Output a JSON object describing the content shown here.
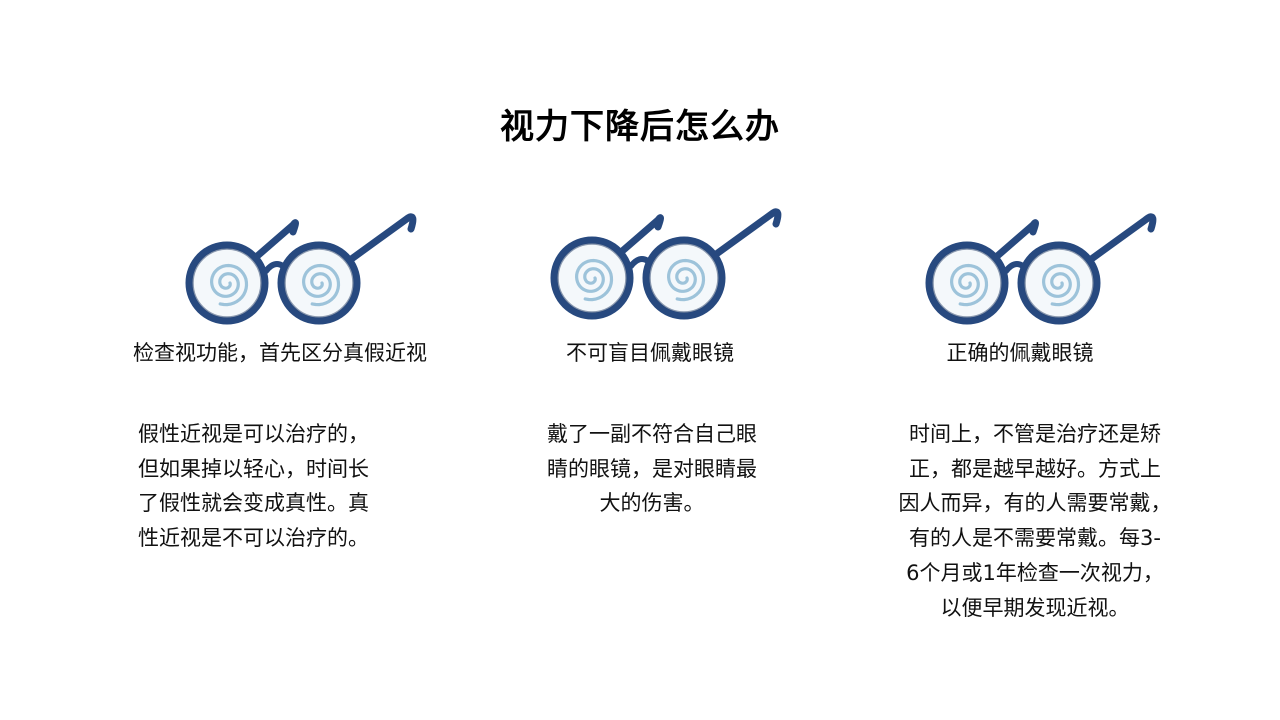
{
  "title": "视力下降后怎么办",
  "colors": {
    "frame": "#27497F",
    "frame_dark": "#1B3562",
    "lens": "#F4F8FB",
    "swirl": "#9DC3DA"
  },
  "columns": [
    {
      "icon": "glasses-icon",
      "heading": "检查视功能，首先区分真假近视",
      "body": "假性近视是可以治疗的，\n但如果掉以轻心，时间长\n了假性就会变成真性。真\n性近视是不可以治疗的。"
    },
    {
      "icon": "glasses-icon",
      "heading": "不可盲目佩戴眼镜",
      "body": "戴了一副不符合自己眼\n睛的眼镜，是对眼睛最\n大的伤害。"
    },
    {
      "icon": "glasses-icon",
      "heading": "正确的佩戴眼镜",
      "body": "时间上，不管是治疗还是矫\n正，都是越早越好。方式上\n因人而异，有的人需要常戴，\n有的人是不需要常戴。每3-\n6个月或1年检查一次视力，\n以便早期发现近视。"
    }
  ]
}
